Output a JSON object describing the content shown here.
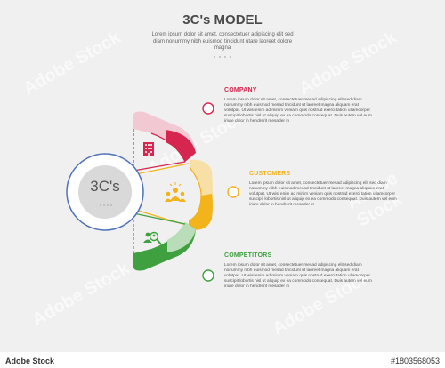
{
  "header": {
    "title": "3C's MODEL",
    "subtitle": "Lorem ipsum dolor sit amet, consectetuer adipiscing elit sed diam nonummy nibh euismod tincidunt utare laoreet dolore magna"
  },
  "center": {
    "label": "3C's"
  },
  "items": [
    {
      "heading": "COMPANY",
      "color": "#d6254f",
      "light_color": "#f2c9d3",
      "icon": "building-icon",
      "text": "Lorem ipsum dolor sit amet, consectetuer mesad adipiscing elit sed diam nonummy nibh euismod mesad tincidunt ut laoreet magna aliquam erat volutpat. Ut wisi enim ad minim veniam quis nostrud exerci tation ullamcorper suscipit lobortis nisl ut aliquip ex ea commodo consequat. Duis autem vel eum iriure dolor in hendrerit mesader in"
    },
    {
      "heading": "CUSTOMERS",
      "color": "#f2b31b",
      "light_color": "#f8dfa6",
      "icon": "group-icon",
      "text": "Lorem ipsum dolor sit amet, consectetuer mesad adipiscing elit sed diam nonummy nibh euismod mesad tincidunt ut laoreet magna aliquam erat volutpat. Ut wisi enim ad minim veniam quis nostrud exerci tation ullamcorper suscipit lobortis nisl ut aliquip ex ea commodo consequat. Duis autem vel eum iriure dolor in hendrerit mesader in"
    },
    {
      "heading": "COMPETITORS",
      "color": "#3fa03f",
      "light_color": "#b9ddb9",
      "icon": "search-people-icon",
      "text": "Lorem ipsum dolor sit amet, consectetuer mesad adipiscing elit sed diam nonummy nibh euismod mesad tincidunt ut laoreet magna aliquam erat volutpat. Ut wisi enim ad minim veniam quis nostrud exerci tation ullamcorper suscipit lobortis nisl ut aliquip ex ea commodo consequat. Duis autem vel eum iriure dolor in hendrerit mesader in"
    }
  ],
  "watermark": {
    "text": "Adobe Stock",
    "id": "#1803568053"
  }
}
